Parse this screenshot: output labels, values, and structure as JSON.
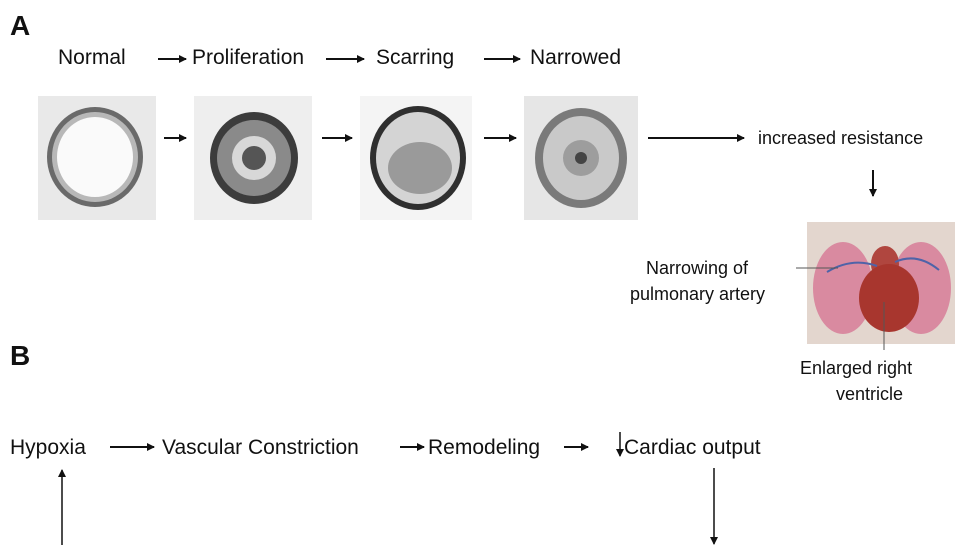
{
  "panel_a": {
    "label": "A",
    "stages": [
      "Normal",
      "Proliferation",
      "Scarring",
      "Narrowed"
    ],
    "outcome": "increased resistance",
    "heart_annotations": {
      "artery_line1": "Narrowing of",
      "artery_line2": "pulmonary artery",
      "ventricle_line1": "Enlarged right",
      "ventricle_line2": "ventricle"
    }
  },
  "panel_b": {
    "label": "B",
    "flow": [
      "Hypoxia",
      "Vascular Constriction",
      "Remodeling",
      "Cardiac output"
    ]
  }
}
